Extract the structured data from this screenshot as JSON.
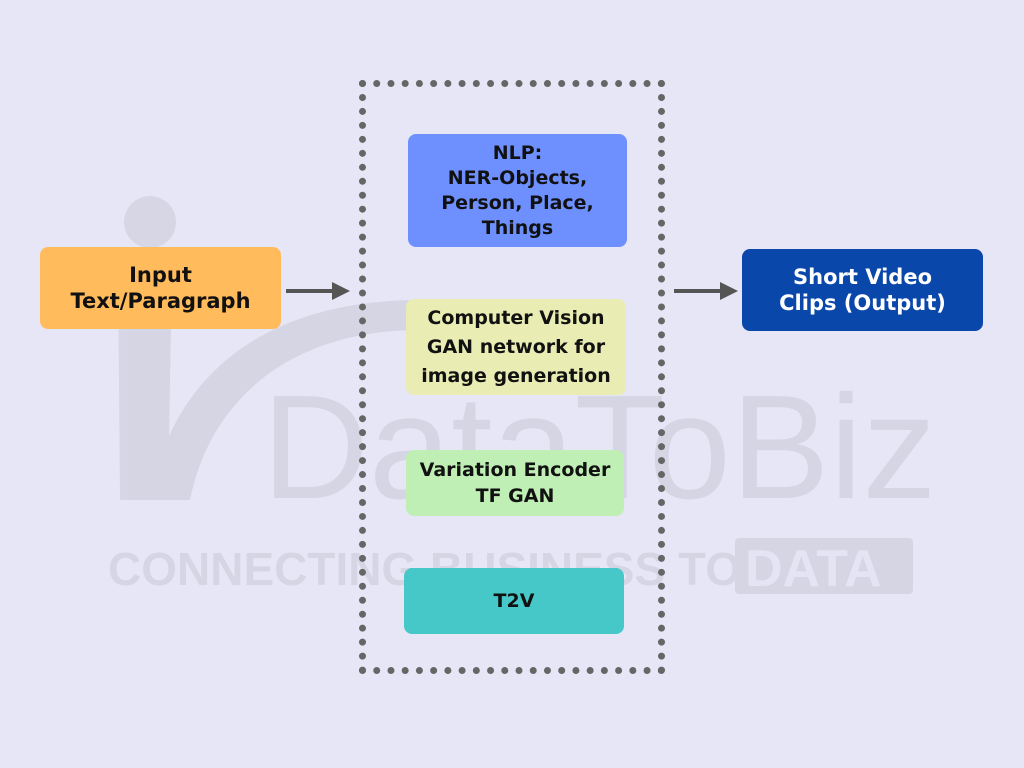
{
  "watermark": {
    "brand": "DataToBiz",
    "tagline_left": "CONNECTING BUSINESS TO",
    "tagline_right": "DATA"
  },
  "flow": {
    "input": {
      "label": "Input\nText/Paragraph",
      "color": "#ffbb5c"
    },
    "output": {
      "label": "Short Video\nClips (Output)",
      "color": "#0a47aa"
    },
    "pipeline": [
      {
        "id": "nlp",
        "label": "NLP:\nNER-Objects,\nPerson, Place,\nThings",
        "color": "#6e90ff"
      },
      {
        "id": "cv",
        "label": "Computer Vision\nGAN network for\nimage generation",
        "color": "#e9edb4"
      },
      {
        "id": "ve",
        "label": "Variation Encoder\nTF GAN",
        "color": "#bfefb4"
      },
      {
        "id": "t2v",
        "label": "T2V",
        "color": "#47c8c8"
      }
    ]
  },
  "colors": {
    "background": "#e6e6f7",
    "arrow": "#555555",
    "frame": "#666666"
  }
}
